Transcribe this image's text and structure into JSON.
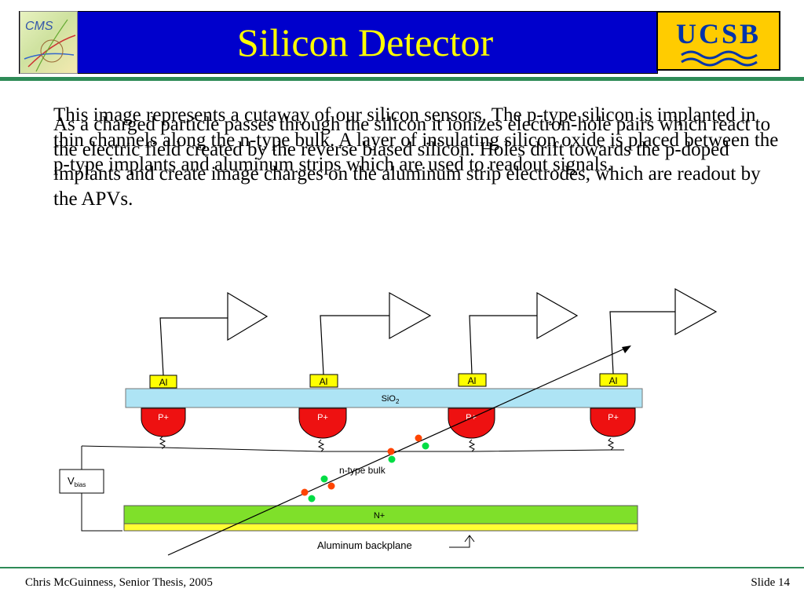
{
  "slide": {
    "title": "Silicon Detector",
    "logo_left": "CMS",
    "logo_right": "UCSB",
    "paragraph_1": "This image represents a cutaway of our silicon sensors.  The p-type silicon is implanted in thin channels along the n-type bulk.  A layer of insulating silicon oxide is placed between the p-type implants and aluminum strips which are used to readout signals.",
    "paragraph_2": "As a charged particle passes through the silicon it ionizes electron-hole pairs which react to the electric field created by the reverse biased silicon.  Holes drift towards the p-doped implants and create image charges on the aluminum strip electrodes, which are readout by the APVs.",
    "footer_left": "Chris McGuinness, Senior Thesis, 2005",
    "footer_right": "Slide 14"
  },
  "diagram": {
    "strip_labels": [
      "Al",
      "Al",
      "Al",
      "Al"
    ],
    "implant_labels": [
      "P+",
      "P+",
      "P+",
      "P+"
    ],
    "oxide_label": "SiO",
    "oxide_subscript": "2",
    "bulk_label": "n-type bulk",
    "nplus_label": "N+",
    "backplane_label": "Aluminum backplane",
    "vbias_label": "V",
    "vbias_subscript": "bias",
    "colors": {
      "oxide": "#aee4f5",
      "implant": "#ee1111",
      "strip": "#ffff00",
      "nplus": "#7fe02a",
      "backplane": "#ffff33",
      "hole": "#ff4400",
      "electron": "#00dd44"
    }
  }
}
